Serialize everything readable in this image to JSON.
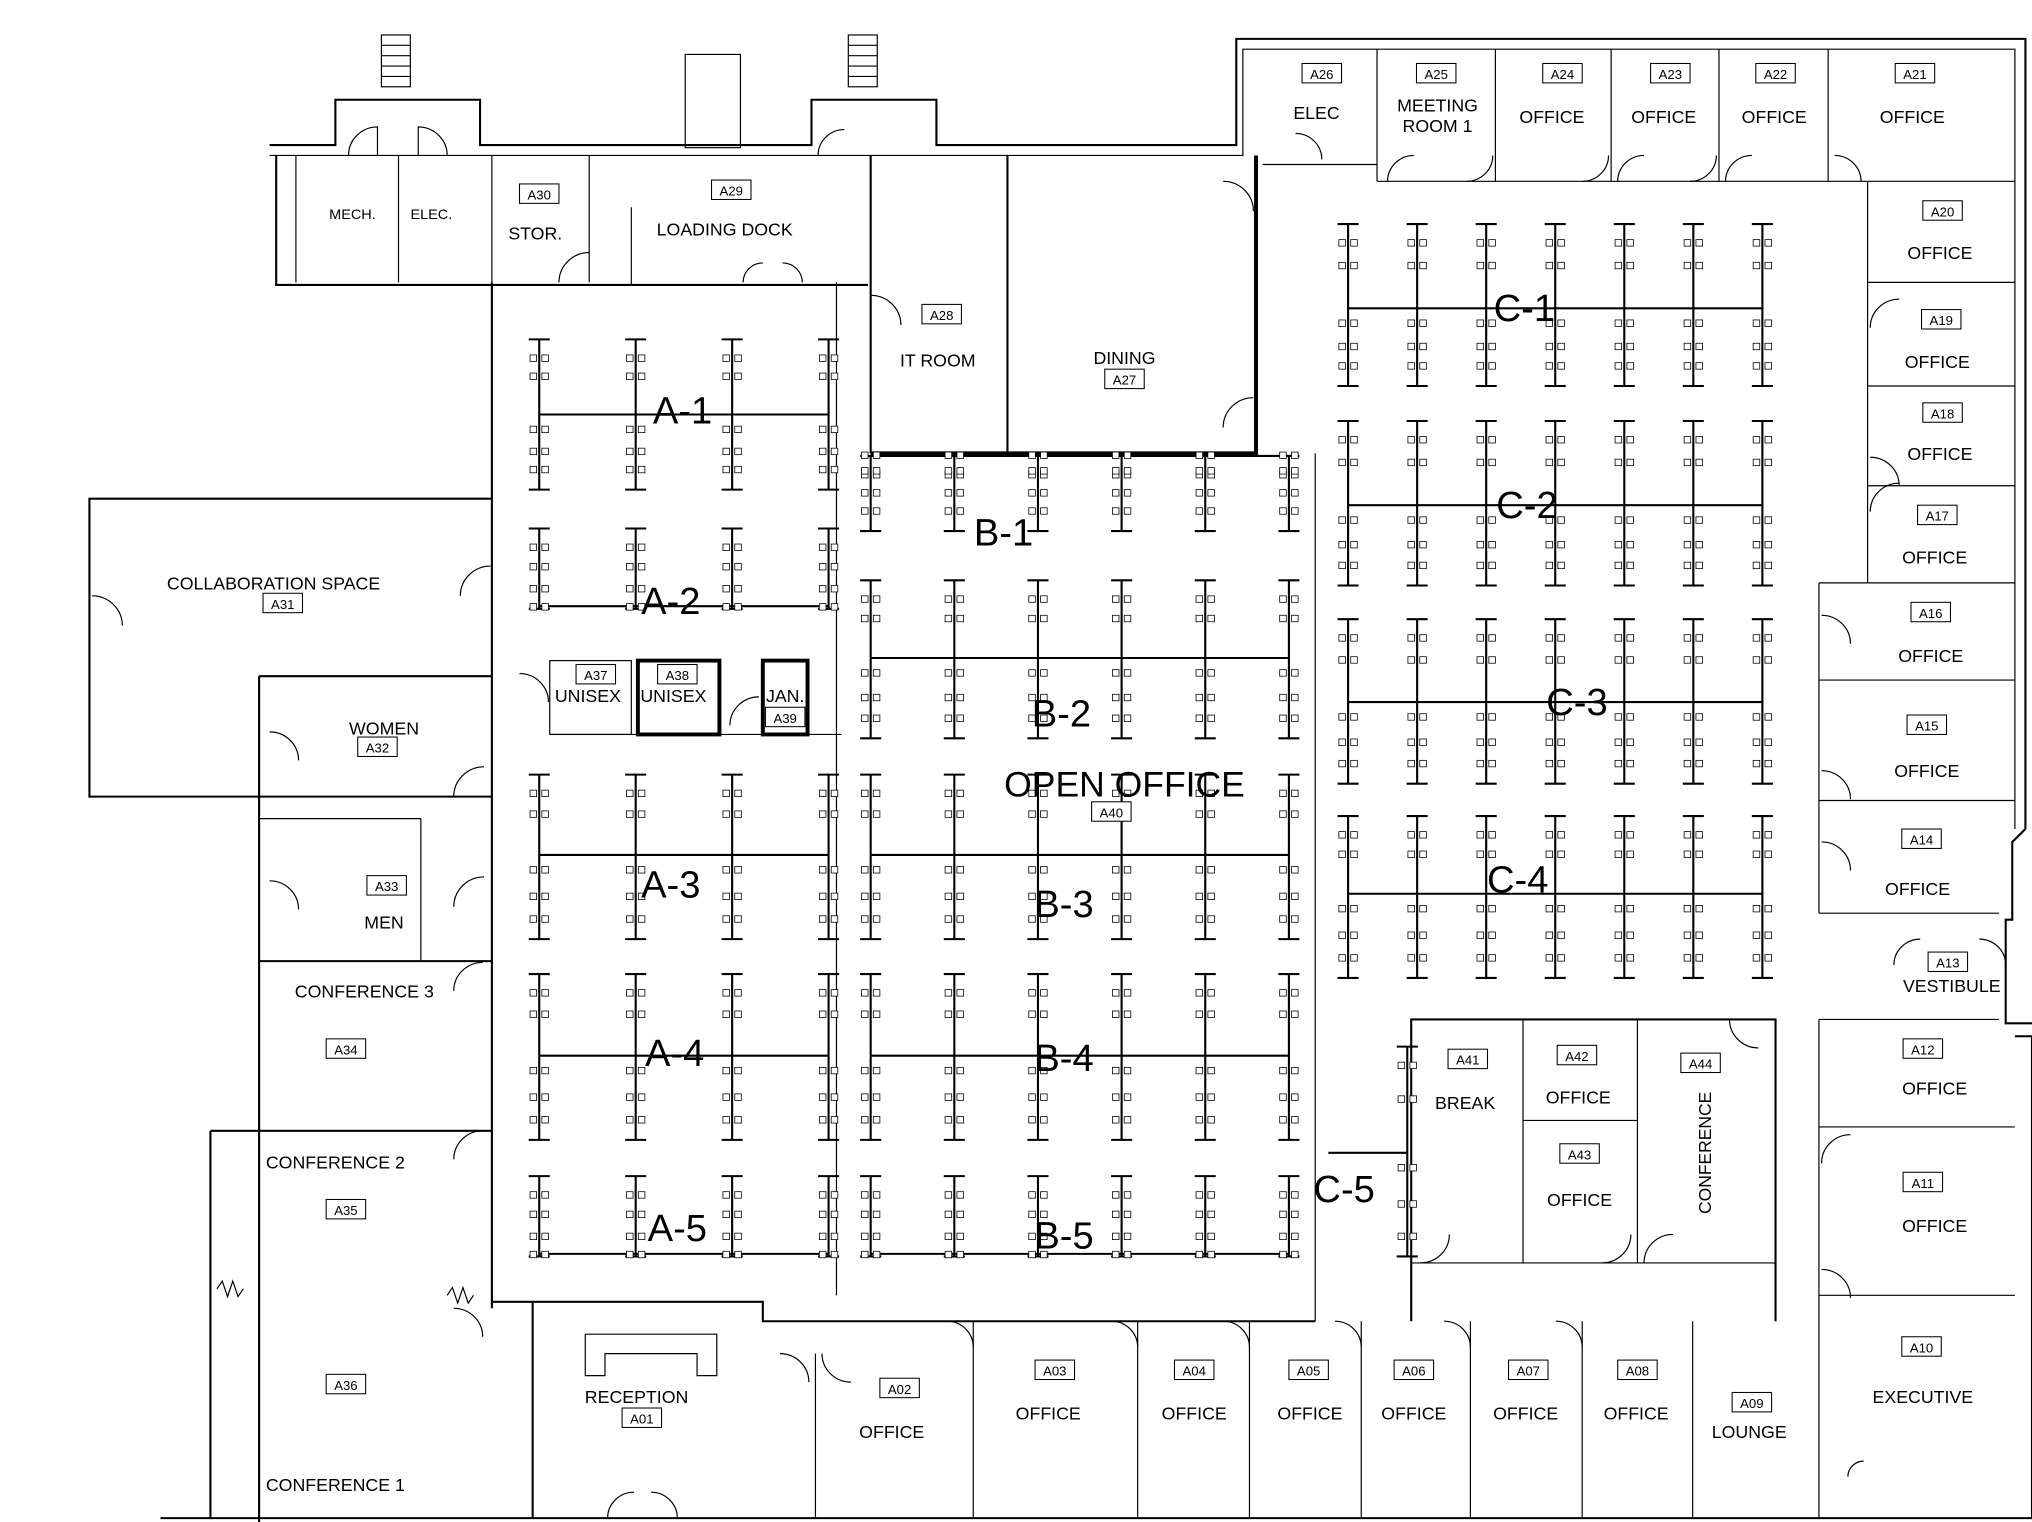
{
  "title": "Office Floor Plan",
  "open_office": {
    "label": "OPEN OFFICE",
    "id": "A40"
  },
  "rooms": [
    {
      "id": "A01",
      "name": "RECEPTION"
    },
    {
      "id": "A02",
      "name": "OFFICE"
    },
    {
      "id": "A03",
      "name": "OFFICE"
    },
    {
      "id": "A04",
      "name": "OFFICE"
    },
    {
      "id": "A05",
      "name": "OFFICE"
    },
    {
      "id": "A06",
      "name": "OFFICE"
    },
    {
      "id": "A07",
      "name": "OFFICE"
    },
    {
      "id": "A08",
      "name": "OFFICE"
    },
    {
      "id": "A09",
      "name": "LOUNGE"
    },
    {
      "id": "A10",
      "name": "EXECUTIVE"
    },
    {
      "id": "A11",
      "name": "OFFICE"
    },
    {
      "id": "A12",
      "name": "OFFICE"
    },
    {
      "id": "A13",
      "name": "VESTIBULE"
    },
    {
      "id": "A14",
      "name": "OFFICE"
    },
    {
      "id": "A15",
      "name": "OFFICE"
    },
    {
      "id": "A16",
      "name": "OFFICE"
    },
    {
      "id": "A17",
      "name": "OFFICE"
    },
    {
      "id": "A18",
      "name": "OFFICE"
    },
    {
      "id": "A19",
      "name": "OFFICE"
    },
    {
      "id": "A20",
      "name": "OFFICE"
    },
    {
      "id": "A21",
      "name": "OFFICE"
    },
    {
      "id": "A22",
      "name": "OFFICE"
    },
    {
      "id": "A23",
      "name": "OFFICE"
    },
    {
      "id": "A24",
      "name": "OFFICE"
    },
    {
      "id": "A25",
      "name": "MEETING ROOM 1"
    },
    {
      "id": "A26",
      "name": "ELEC"
    },
    {
      "id": "A27",
      "name": "DINING"
    },
    {
      "id": "A28",
      "name": "IT ROOM"
    },
    {
      "id": "A29",
      "name": "LOADING DOCK"
    },
    {
      "id": "A30",
      "name": "STOR."
    },
    {
      "id": "A31",
      "name": "COLLABORATION SPACE"
    },
    {
      "id": "A32",
      "name": "WOMEN"
    },
    {
      "id": "A33",
      "name": "MEN"
    },
    {
      "id": "A34",
      "name": "CONFERENCE 3"
    },
    {
      "id": "A35",
      "name": "CONFERENCE 2"
    },
    {
      "id": "A36",
      "name": "CONFERENCE 1"
    },
    {
      "id": "A37",
      "name": "UNISEX"
    },
    {
      "id": "A38",
      "name": "UNISEX"
    },
    {
      "id": "A39",
      "name": "JAN."
    },
    {
      "id": "A41",
      "name": "BREAK"
    },
    {
      "id": "A42",
      "name": "OFFICE"
    },
    {
      "id": "A43",
      "name": "OFFICE"
    },
    {
      "id": "A44",
      "name": "CONFERENCE"
    }
  ],
  "unnumbered_rooms": [
    "MECH.",
    "ELEC."
  ],
  "clusters": [
    "A-1",
    "A-2",
    "A-3",
    "A-4",
    "A-5",
    "B-1",
    "B-2",
    "B-3",
    "B-4",
    "B-5",
    "C-1",
    "C-2",
    "C-3",
    "C-4",
    "C-5"
  ]
}
